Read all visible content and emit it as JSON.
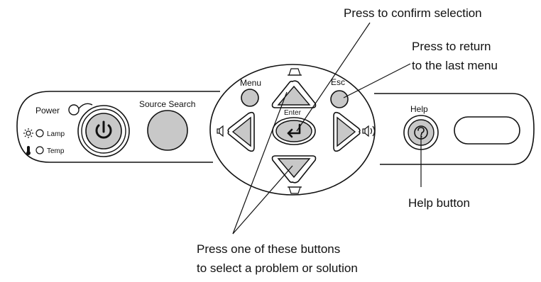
{
  "panel": {
    "power_label": "Power",
    "lamp_label": "Lamp",
    "temp_label": "Temp",
    "source_search_label": "Source Search",
    "menu_label": "Menu",
    "enter_label": "Enter",
    "esc_label": "Esc",
    "help_label": "Help"
  },
  "callouts": {
    "confirm": "Press to confirm selection",
    "return_line1": "Press to return",
    "return_line2": "to the last menu",
    "help": "Help button",
    "select_line1": "Press one of these buttons",
    "select_line2": "to select a problem or solution"
  },
  "colors": {
    "button_fill": "#c8c8c8",
    "outline": "#111111",
    "background": "#ffffff"
  },
  "icons": {
    "power": "power-icon",
    "enter": "enter-arrow-icon",
    "help": "question-icon",
    "keystone_up": "keystone-up-icon",
    "keystone_down": "keystone-down-icon",
    "volume_down": "volume-down-icon",
    "volume_up": "volume-up-icon",
    "lamp": "lamp-indicator-icon",
    "temp": "thermometer-icon"
  }
}
